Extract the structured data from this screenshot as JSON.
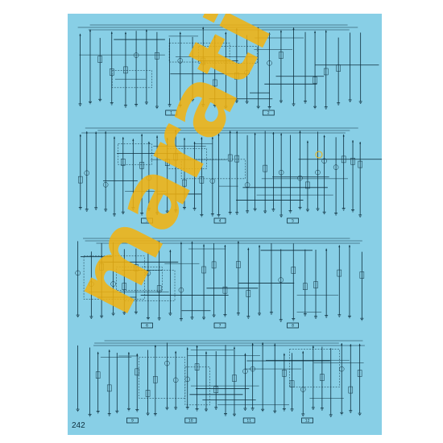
{
  "page": {
    "number": "242"
  },
  "watermark": {
    "text": "marati",
    "color": "#f5b20a"
  },
  "colors": {
    "paper": "#88cfe6",
    "ink": "#0e2f3e"
  },
  "panels": [
    {
      "id": "p1",
      "refs": [
        "1",
        "2"
      ]
    },
    {
      "id": "p2",
      "refs": [
        "3",
        "4",
        "5"
      ]
    },
    {
      "id": "p3",
      "refs": [
        "6",
        "7",
        "8"
      ]
    },
    {
      "id": "p4",
      "refs": [
        "9",
        "10",
        "11",
        "12"
      ]
    }
  ]
}
